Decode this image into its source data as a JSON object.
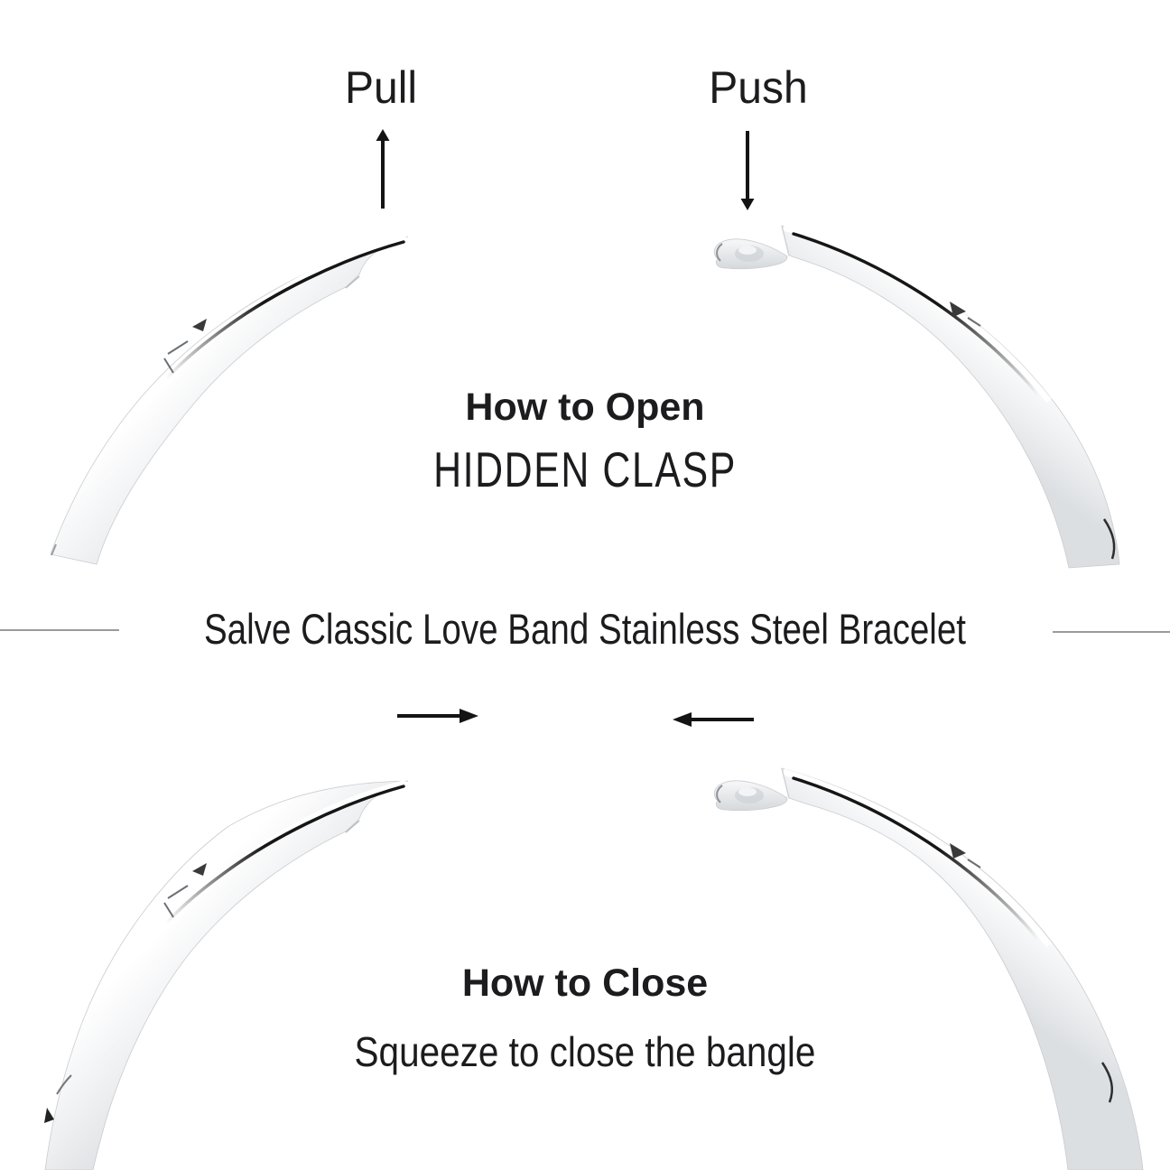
{
  "open_section": {
    "pull_label": "Pull",
    "push_label": "Push",
    "title": "How to Open",
    "subtitle": "HIDDEN CLASP"
  },
  "banner": {
    "title": "Salve Classic Love Band Stainless Steel Bracelet"
  },
  "close_section": {
    "title": "How to Close",
    "subtitle": "Squeeze to close the bangle"
  },
  "icons": {
    "pull_arrow": "arrow-up",
    "push_arrow": "arrow-down",
    "close_left_arrow": "arrow-right",
    "close_right_arrow": "arrow-left"
  },
  "colors": {
    "text": "#1c1c1e",
    "divider": "#9b9b9b",
    "metal_highlight": "#ffffff",
    "metal_mid": "#eff0f2",
    "metal_shadow": "#dcdfe2",
    "seam": "#161616"
  }
}
